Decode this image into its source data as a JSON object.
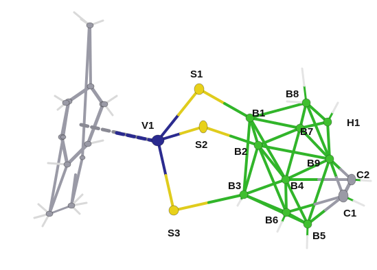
{
  "figure": {
    "kind": "crystal-structure",
    "labels": {
      "V1": "V1",
      "S1": "S1",
      "S2": "S2",
      "S3": "S3",
      "B1": "B1",
      "B2": "B2",
      "B3": "B3",
      "B4": "B4",
      "B5": "B5",
      "B6": "B6",
      "B7": "B7",
      "B8": "B8",
      "B9": "B9",
      "C1": "C1",
      "C2": "C2",
      "H1": "H1"
    },
    "colors": {
      "vanadium": "#2a2a8f",
      "sulfur": "#e8d11a",
      "boron": "#3fbf2f",
      "carbon": "#9a9aa6",
      "hydrogen": "#e7e7e7",
      "bond_boron": "#31b52a",
      "bond_sulfur": "#e0cc1d",
      "bond_vanadium": "#2b2b8f",
      "bond_carbon": "#9a9aa6",
      "dashed_bond": "#2a2a8f"
    }
  }
}
